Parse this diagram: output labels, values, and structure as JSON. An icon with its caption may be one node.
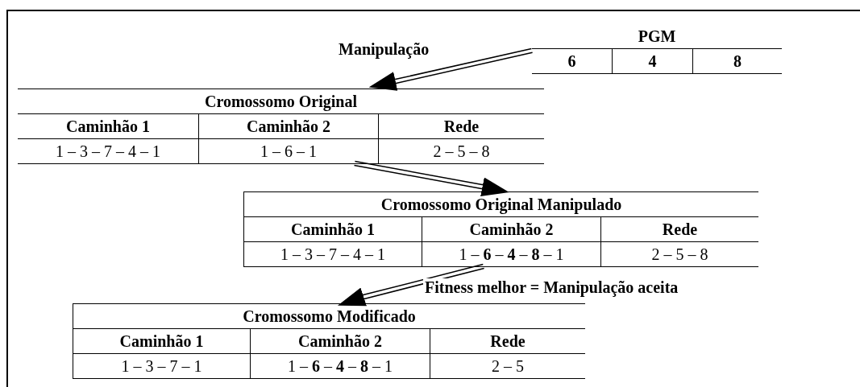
{
  "diagram": {
    "nodes": [
      {
        "text": [
          "PGM",
          "6",
          "4",
          "8"
        ]
      },
      {
        "text": [
          "Cromossomo Original",
          "Caminhão 1",
          "Caminhão 2",
          "Rede",
          "1 – 3 – 7 – 4 – 1",
          "1 – 6 – 1",
          "2 – 5 – 8"
        ]
      },
      {
        "text": [
          "Cromossomo Original Manipulado",
          "Caminhão 1",
          "Caminhão 2",
          "Rede",
          "1 – 3 – 7 – 4 – 1",
          "1 – **6** – **4** – **8** – 1",
          "2 – 5 – 8"
        ]
      },
      {
        "text": [
          "Cromossomo Modificado",
          "Caminhão 1",
          "Caminhão 2",
          "Rede",
          "1 – 3 – 7 – 1",
          "1 – **6** – **4** – **8** – 1",
          "2 – 5"
        ]
      }
    ],
    "edges": [
      {
        "from": 0,
        "to": 1,
        "arrow": "to",
        "label": "Manipulação"
      },
      {
        "from": 1,
        "to": 2,
        "arrow": "to"
      },
      {
        "from": 2,
        "to": 3,
        "arrow": "to",
        "label": "Fitness melhor = Manipulação aceita"
      }
    ]
  }
}
